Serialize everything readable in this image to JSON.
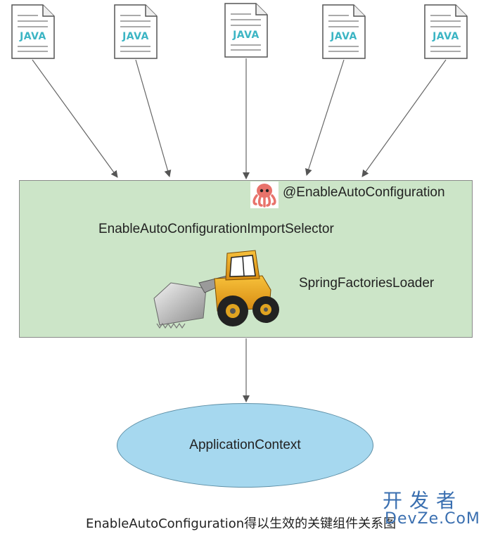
{
  "java_files": [
    {
      "label": "JAVA"
    },
    {
      "label": "JAVA"
    },
    {
      "label": "JAVA"
    },
    {
      "label": "JAVA"
    },
    {
      "label": "JAVA"
    }
  ],
  "box": {
    "annotation": "@EnableAutoConfiguration",
    "selector": "EnableAutoConfigurationImportSelector",
    "loader": "SpringFactoriesLoader"
  },
  "context": {
    "label": "ApplicationContext"
  },
  "caption": "EnableAutoConfiguration得以生效的关键组件关系图",
  "watermark": {
    "cn": "开发者",
    "en": "DevZe.CoM"
  },
  "colors": {
    "box_fill": "#cce5c8",
    "ellipse_fill": "#a6d8ef",
    "java_text": "#3cb5c4",
    "watermark": "#3a6fb0"
  }
}
